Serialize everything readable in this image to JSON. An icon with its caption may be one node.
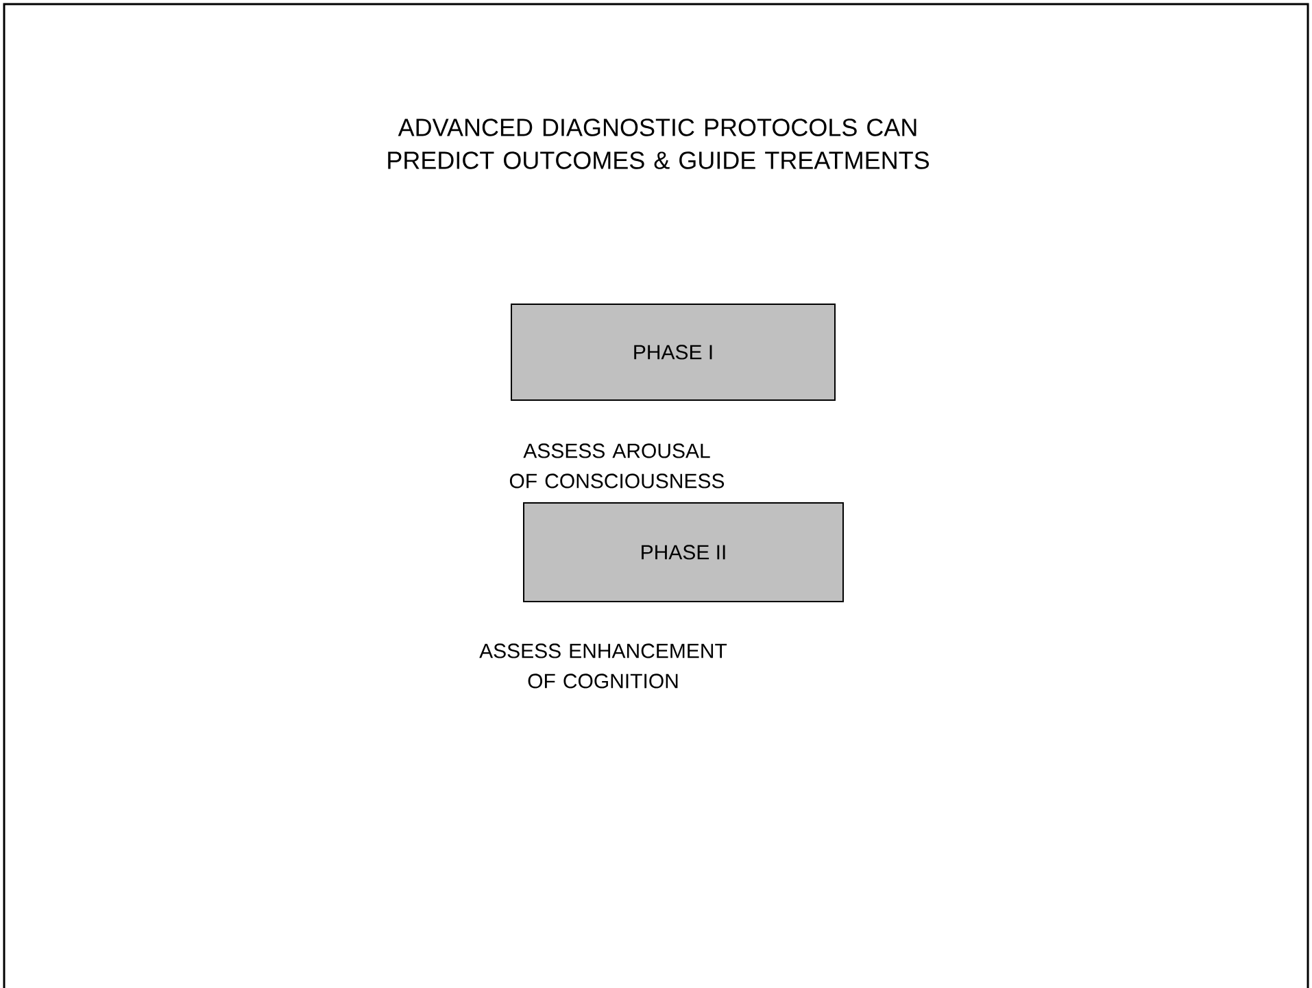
{
  "diagram": {
    "title": "ADVANCED DIAGNOSTIC PROTOCOLS CAN PREDICT OUTCOMES & GUIDE TREATMENTS",
    "nodes": [
      {
        "text": [
          "PHASE I"
        ]
      },
      {
        "text": [
          "PHASE II"
        ]
      }
    ],
    "labels": [
      "ASSESS AROUSAL OF CONSCIOUSNESS",
      "ASSESS ENHANCEMENT OF COGNITION"
    ]
  }
}
